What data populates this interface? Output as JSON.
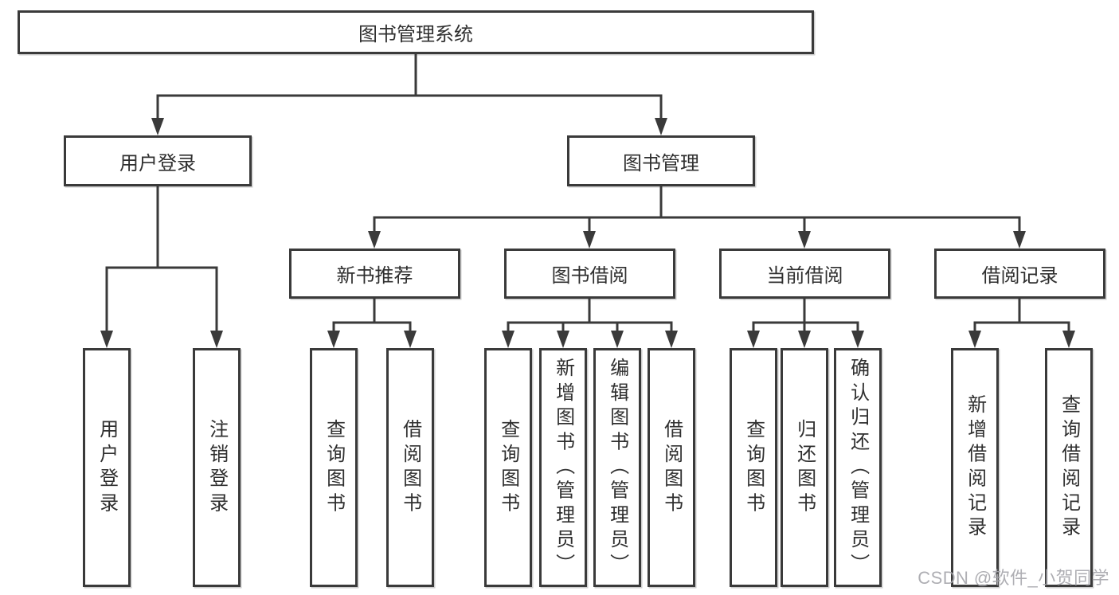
{
  "tree": {
    "root": {
      "label": "图书管理系统"
    },
    "branches": [
      {
        "label": "用户登录",
        "children": [
          {
            "label": "用户登录"
          },
          {
            "label": "注销登录"
          }
        ]
      },
      {
        "label": "图书管理",
        "children": [
          {
            "label": "新书推荐",
            "children": [
              {
                "label": "查询图书"
              },
              {
                "label": "借阅图书"
              }
            ]
          },
          {
            "label": "图书借阅",
            "children": [
              {
                "label": "查询图书"
              },
              {
                "label": "新增图书（管理员）"
              },
              {
                "label": "编辑图书（管理员）"
              },
              {
                "label": "借阅图书"
              }
            ]
          },
          {
            "label": "当前借阅",
            "children": [
              {
                "label": "查询图书"
              },
              {
                "label": "归还图书"
              },
              {
                "label": "确认归还（管理员）"
              }
            ]
          },
          {
            "label": "借阅记录",
            "children": [
              {
                "label": "新增借阅记录"
              },
              {
                "label": "查询借阅记录"
              }
            ]
          }
        ]
      }
    ]
  },
  "watermark": {
    "text": "CSDN @软件_小贺同学"
  },
  "colors": {
    "line": "#3a3a3a",
    "text": "#2f2f2f",
    "watermark": "#a7a7ad",
    "background": "#ffffff"
  }
}
